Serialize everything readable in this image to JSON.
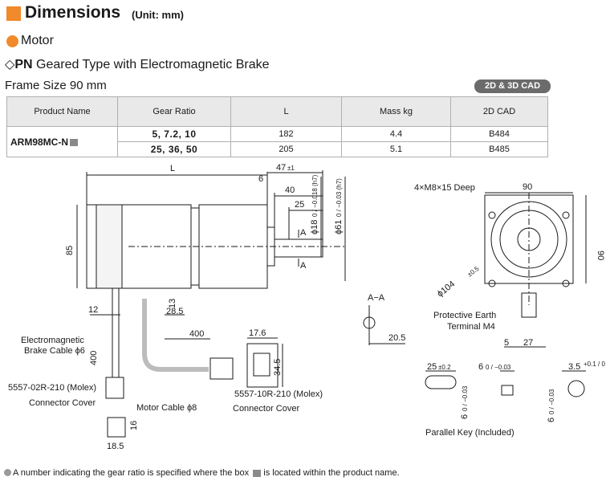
{
  "header": {
    "title": "Dimensions",
    "unit": "(Unit: mm)",
    "section": "Motor",
    "subtitle_bold": "PN",
    "subtitle_rest": "Geared Type with Electromagnetic Brake",
    "frame": "Frame Size 90 mm",
    "cad_badge": "2D & 3D CAD"
  },
  "table": {
    "headers": [
      "Product Name",
      "Gear Ratio",
      "L",
      "Mass kg",
      "2D CAD"
    ],
    "product": "ARM98MC-N",
    "rows": [
      {
        "gear": "5, 7.2, 10",
        "L": "182",
        "mass": "4.4",
        "cad": "B484"
      },
      {
        "gear": "25, 36, 50",
        "L": "205",
        "mass": "5.1",
        "cad": "B485"
      }
    ]
  },
  "drawing": {
    "L": "L",
    "d47": "47",
    "d47_tol": "±1",
    "d6": "6",
    "d40": "40",
    "d25": "25",
    "phi18": "ϕ18",
    "phi18_tol": "0 / −0.018 (h7)",
    "phi61": "ϕ61",
    "phi61_tol": "0 / −0.03 (h7)",
    "d85": "85",
    "A": "A",
    "d12": "12",
    "d13": "13",
    "d28_5": "28.5",
    "d400a": "400",
    "d400b": "400",
    "d17_6": "17.6",
    "d34_5": "34.5",
    "em_cable_1": "Electromagnetic",
    "em_cable_2": "Brake Cable ϕ6",
    "conn_small": "5557-02R-210 (Molex)",
    "conn_cover_1": "Connector Cover",
    "motor_cable": "Motor Cable ϕ8",
    "conn_large": "5557-10R-210 (Molex)",
    "conn_cover_2": "Connector Cover",
    "d16": "16",
    "d18_5": "18.5",
    "section_aa": "A−A",
    "d20_5": "20.5",
    "tapped": "4×M8×15 Deep",
    "d90a": "90",
    "d90b": "90",
    "phi104": "ϕ104",
    "phi104_tol": "±0.5",
    "earth_1": "Protective Earth",
    "earth_2": "Terminal M4",
    "d5": "5",
    "d27": "27",
    "key_25": "25",
    "key_25_tol": "±0.2",
    "key_6": "6",
    "key_6_tol": "0 / −0.03",
    "key_6v": "6",
    "key_6v_tol": "0 / −0.03",
    "key_6v2": "6",
    "key_6v2_tol": "0 / −0.03",
    "key_3_5": "3.5",
    "key_3_5_tol": "+0.1 / 0",
    "parallel_key": "Parallel Key (Included)"
  },
  "footnote": "A number indicating the gear ratio is specified where the box is located within the product name.",
  "footnote_pre": "A number indicating the gear ratio is specified where the box",
  "footnote_post": "is located within the product name.",
  "colors": {
    "accent": "#f08a2a",
    "badge": "#6b6b6b",
    "line": "#1a1a1a"
  }
}
